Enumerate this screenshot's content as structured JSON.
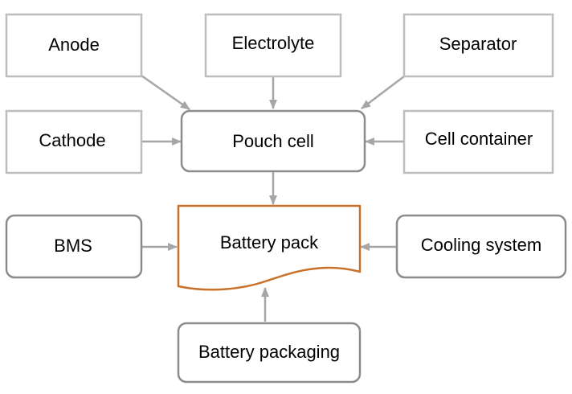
{
  "nodes": {
    "anode": "Anode",
    "electrolyte": "Electrolyte",
    "separator": "Separator",
    "cathode": "Cathode",
    "pouch_cell": "Pouch cell",
    "cell_container": "Cell container",
    "bms": "BMS",
    "battery_pack": "Battery pack",
    "cooling_system": "Cooling system",
    "battery_packaging": "Battery packaging"
  },
  "colors": {
    "square_box_stroke": "#bdbdbd",
    "rounded_box_stroke": "#8c8c8c",
    "arrow": "#a6a6a6",
    "pack_stroke": "#c8712a"
  }
}
